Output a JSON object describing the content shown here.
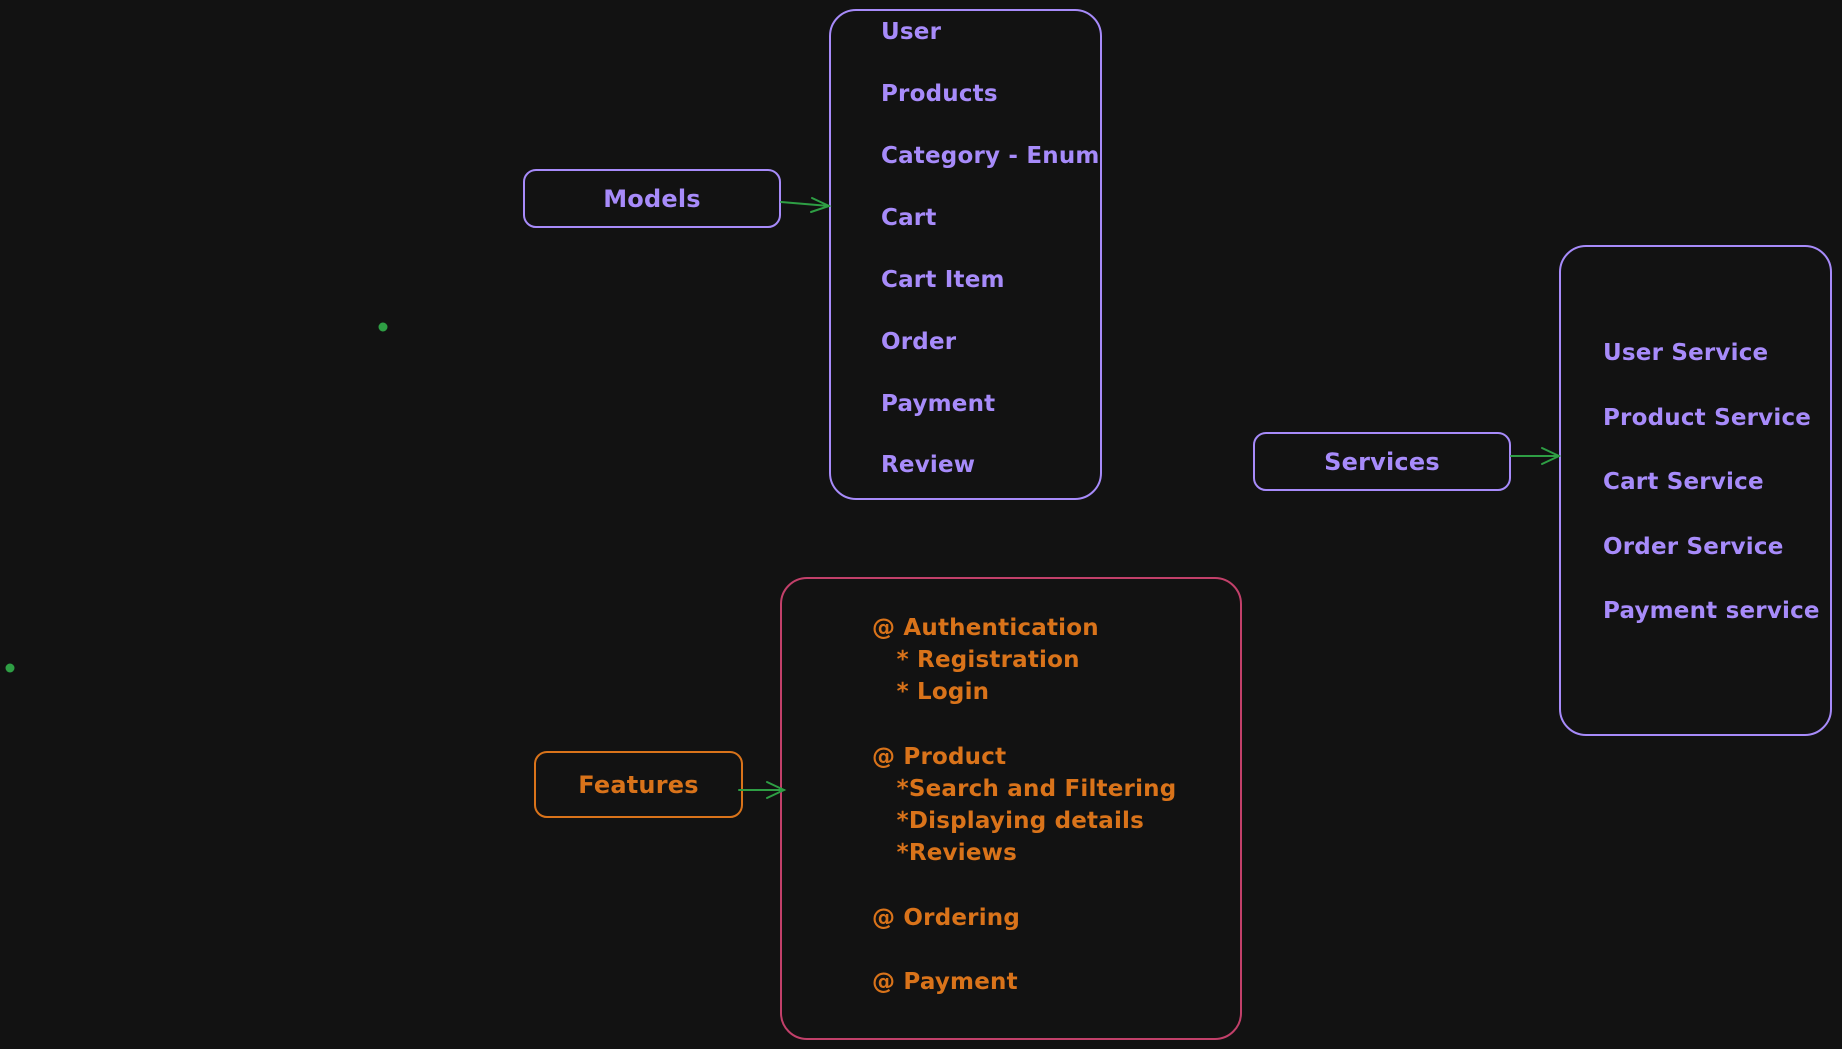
{
  "colors": {
    "background": "#121212",
    "purple": "#a78bfa",
    "orange": "#d9731a",
    "pink": "#c2406a",
    "green": "#2e9e44"
  },
  "models": {
    "label": "Models",
    "items": [
      "User",
      "Products",
      "Category - Enum",
      "Cart",
      "Cart Item",
      "Order",
      "Payment",
      "Review"
    ]
  },
  "services": {
    "label": "Services",
    "items": [
      "User Service",
      "Product Service",
      "Cart Service",
      "Order Service",
      "Payment service"
    ]
  },
  "features": {
    "label": "Features",
    "lines": [
      "@ Authentication",
      "   * Registration",
      "   * Login",
      "@ Product",
      "   *Search and Filtering",
      "   *Displaying details",
      "   *Reviews",
      "@ Ordering",
      "@ Payment"
    ]
  }
}
